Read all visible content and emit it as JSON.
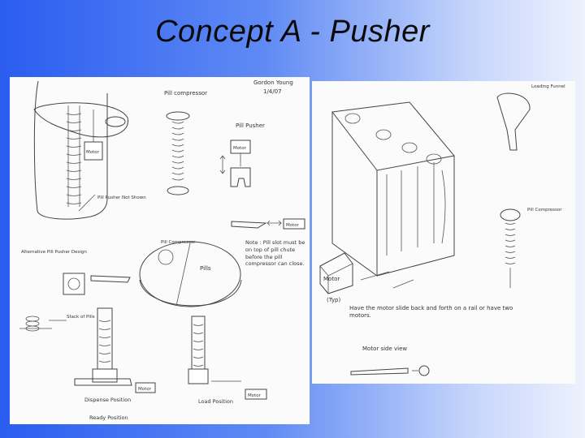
{
  "slide": {
    "title": "Concept A - Pusher"
  },
  "left_sketch": {
    "author": "Gordon Young",
    "date": "1/4/07",
    "labels": {
      "pill_compressor": "Pill compressor",
      "pill_pusher": "Pill Pusher",
      "motor_top": "Motor",
      "motor_main": "Motor",
      "pill_pusher_not_shown": "Pill Pusher Not Shown",
      "motor_pusher": "Motor",
      "alternative_pill_pusher": "Alternative Pill Pusher Design",
      "pill_compressor_plate": "Pill Compressor",
      "pills": "Pills",
      "note": "Note : Pill slot must be on top of pill chute before the pill compressor can close.",
      "stack_of_pills": "Stack of Pills",
      "dispense_position": "Dispense Position",
      "ready_position": "Ready Position",
      "load_position": "Load Position",
      "motor_left_bottom": "Motor",
      "motor_right_bottom": "Motor"
    }
  },
  "right_sketch": {
    "labels": {
      "loading_funnel": "Loading Funnel",
      "pill_compressor": "Pill Compressor",
      "motor_box": "Motor",
      "typ": "(Typ)",
      "note": "Have the motor slide back and forth on a rail or have two motors.",
      "motor_side_view": "Motor side view"
    }
  }
}
